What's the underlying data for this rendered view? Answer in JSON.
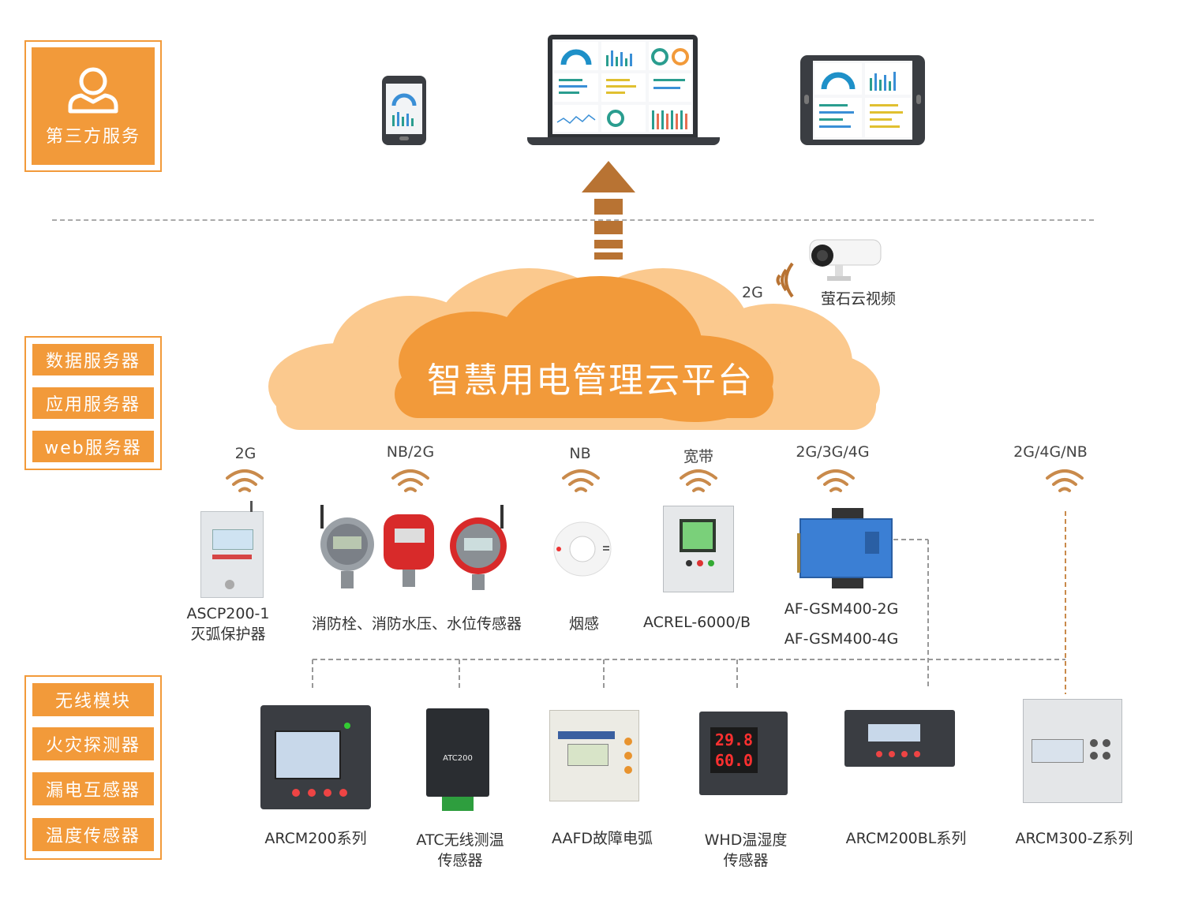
{
  "left_panels": {
    "top": {
      "label": "第三方服务",
      "icon": "user-icon"
    },
    "middle": [
      "数据服务器",
      "应用服务器",
      "web服务器"
    ],
    "bottom": [
      "无线模块",
      "火灾探测器",
      "漏电互感器",
      "温度传感器"
    ]
  },
  "cloud": {
    "title": "智慧用电管理云平台",
    "color": "#f29a3a"
  },
  "camera": {
    "network": "2G",
    "label": "萤石云视频"
  },
  "top_row": [
    {
      "network": "2G",
      "label": "ASCP200-1\n灭弧保护器"
    },
    {
      "network": "NB/2G",
      "label": "消防栓、消防水压、水位传感器"
    },
    {
      "network": "NB",
      "label": "烟感"
    },
    {
      "network": "宽带",
      "label": "ACREL-6000/B"
    },
    {
      "network": "2G/3G/4G",
      "label": "AF-GSM400-2G",
      "label2": "AF-GSM400-4G"
    },
    {
      "network": "2G/4G/NB"
    }
  ],
  "bottom_row": [
    {
      "label": "ARCM200系列"
    },
    {
      "label": "ATC无线测温\n传感器",
      "device_text": "ATC200"
    },
    {
      "label": "AAFD故障电弧"
    },
    {
      "label": "WHD温湿度\n传感器",
      "display1": "29.8",
      "display2": "60.0"
    },
    {
      "label": "ARCM200BL系列"
    },
    {
      "label": "ARCM300-Z系列"
    }
  ],
  "colors": {
    "orange": "#f29a3a",
    "arrow": "#b87333",
    "dashed": "#999999",
    "cloud_light": "#fbc98e"
  }
}
